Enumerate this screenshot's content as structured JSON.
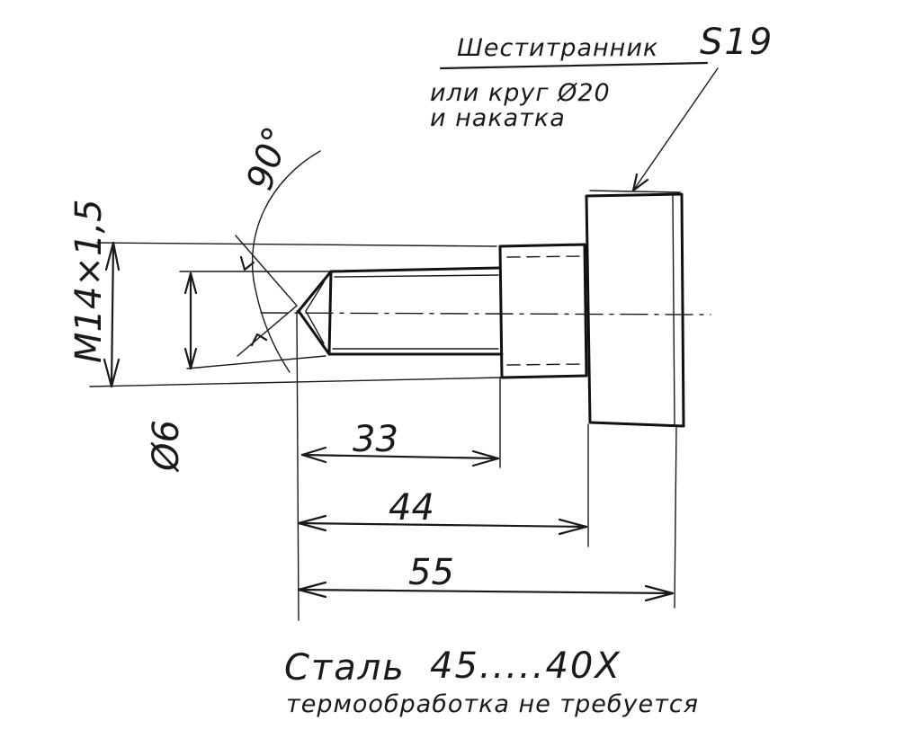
{
  "notes": {
    "hex_label": "Шеститранник",
    "hex_size": "S19",
    "alt_line": "или круг Ø20",
    "knurl_line": "и накатка"
  },
  "dimensions": {
    "angle": "90°",
    "thread": "M14×1,5",
    "diameter": "Ø6",
    "len_thread": "33",
    "len_neck": "44",
    "len_total": "55"
  },
  "material": {
    "steel": "Сталь",
    "grade": "45.....40X",
    "heat_treatment": "термообработка не требуется"
  }
}
